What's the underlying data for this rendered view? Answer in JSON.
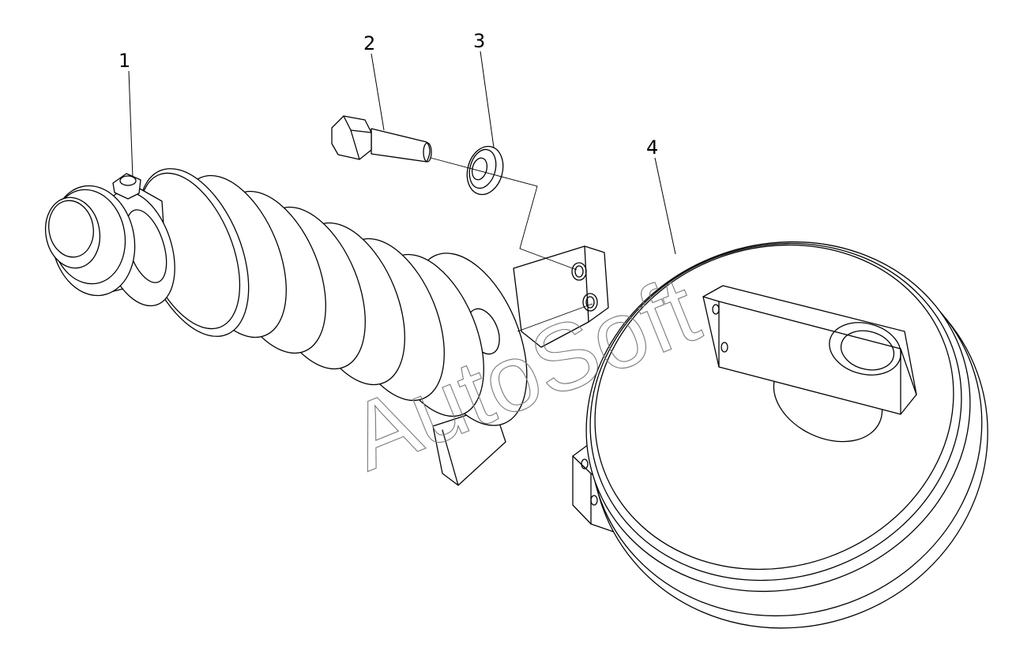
{
  "callouts": [
    {
      "id": "1",
      "label": "1"
    },
    {
      "id": "2",
      "label": "2"
    },
    {
      "id": "3",
      "label": "3"
    },
    {
      "id": "4",
      "label": "4"
    }
  ],
  "watermark": "AutoSoft",
  "colors": {
    "line": "#000000",
    "background": "#ffffff",
    "watermark": "#7a7a7a"
  }
}
